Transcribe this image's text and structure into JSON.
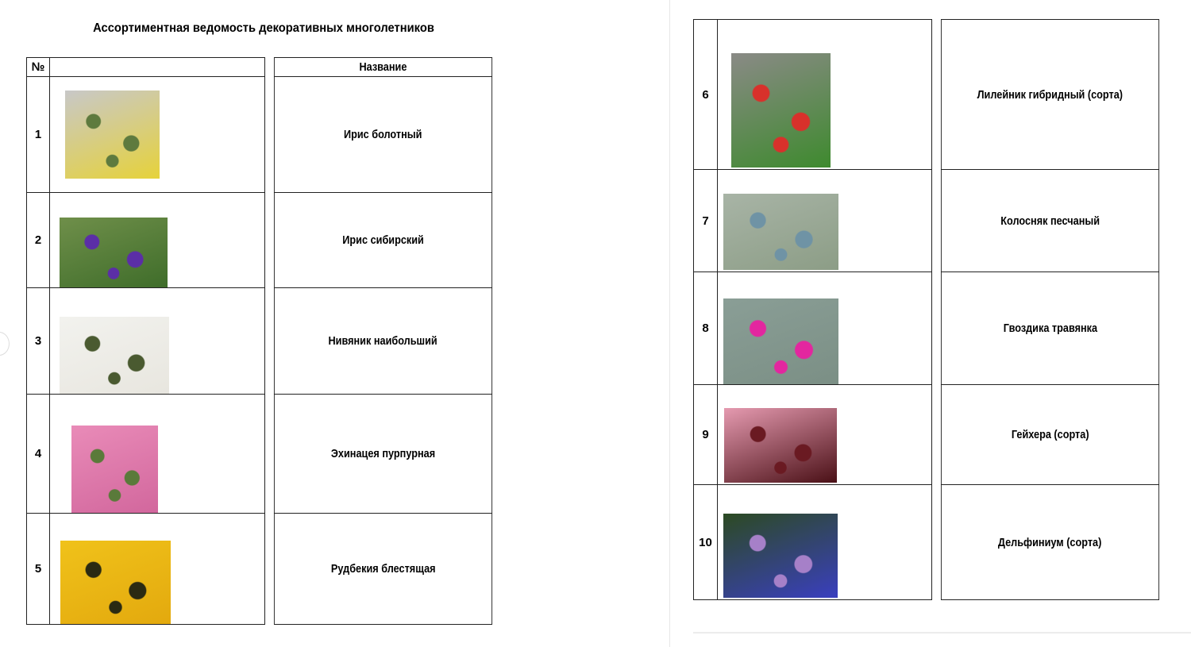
{
  "document": {
    "title": "Ассортиментная ведомость декоративных многолетников",
    "header": {
      "num": "№",
      "image": "",
      "name": "Название"
    },
    "rows": [
      {
        "num": "1",
        "name": "Ирис болотный",
        "image": "iris-pseudacorus-photo",
        "colors": [
          "#c8c8c8",
          "#5e7a3e",
          "#e6d23a"
        ]
      },
      {
        "num": "2",
        "name": "Ирис сибирский",
        "image": "iris-sibirica-photo",
        "colors": [
          "#6f8f4a",
          "#5b2ea6",
          "#3f6d2a"
        ]
      },
      {
        "num": "3",
        "name": "Нивяник наибольший",
        "image": "leucanthemum-photo",
        "colors": [
          "#f2f2ee",
          "#4a5a30",
          "#e8e6df"
        ]
      },
      {
        "num": "4",
        "name": "Эхинацея пурпурная",
        "image": "echinacea-photo",
        "colors": [
          "#e98bb8",
          "#5a7a3a",
          "#d2679d"
        ]
      },
      {
        "num": "5",
        "name": "Рудбекия блестящая",
        "image": "rudbeckia-photo",
        "colors": [
          "#f0c21a",
          "#2b2a12",
          "#e3a90e"
        ]
      },
      {
        "num": "6",
        "name": "Лилейник гибридный (сорта)",
        "image": "hemerocallis-photo",
        "colors": [
          "#8a8a86",
          "#d8312b",
          "#3e8a2e"
        ]
      },
      {
        "num": "7",
        "name": "Колосняк песчаный",
        "image": "leymus-photo",
        "colors": [
          "#a8b4a6",
          "#6f93a5",
          "#8c9d86"
        ]
      },
      {
        "num": "8",
        "name": "Гвоздика травянка",
        "image": "dianthus-photo",
        "colors": [
          "#8a9e96",
          "#e3269f",
          "#7b8f85"
        ]
      },
      {
        "num": "9",
        "name": "Гейхера (сорта)",
        "image": "heuchera-photo",
        "colors": [
          "#e59ab0",
          "#6a1a22",
          "#4a1016"
        ]
      },
      {
        "num": "10",
        "name": "Дельфиниум (сорта)",
        "image": "delphinium-photo",
        "colors": [
          "#2c4a22",
          "#a680c8",
          "#3a3fbf"
        ]
      }
    ]
  }
}
